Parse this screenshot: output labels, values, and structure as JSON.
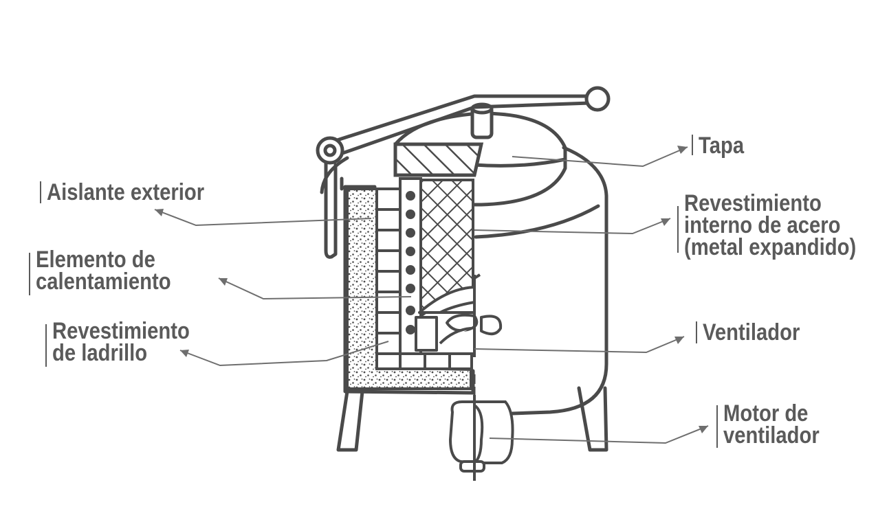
{
  "colors": {
    "ink": "#4a4a4a",
    "text": "#5a5a5a",
    "leader": "#6e6e6e",
    "background": "#ffffff"
  },
  "labels": {
    "tapa": [
      "Tapa"
    ],
    "aislante": [
      "Aislante exterior"
    ],
    "revestimiento_acero": [
      "Revestimiento",
      "interno de acero",
      "(metal expandido)"
    ],
    "elemento": [
      "Elemento de",
      "calentamiento"
    ],
    "ventilador": [
      "Ventilador"
    ],
    "ladrillo": [
      "Revestimiento",
      "de ladrillo"
    ],
    "motor": [
      "Motor de",
      "ventilador"
    ]
  }
}
